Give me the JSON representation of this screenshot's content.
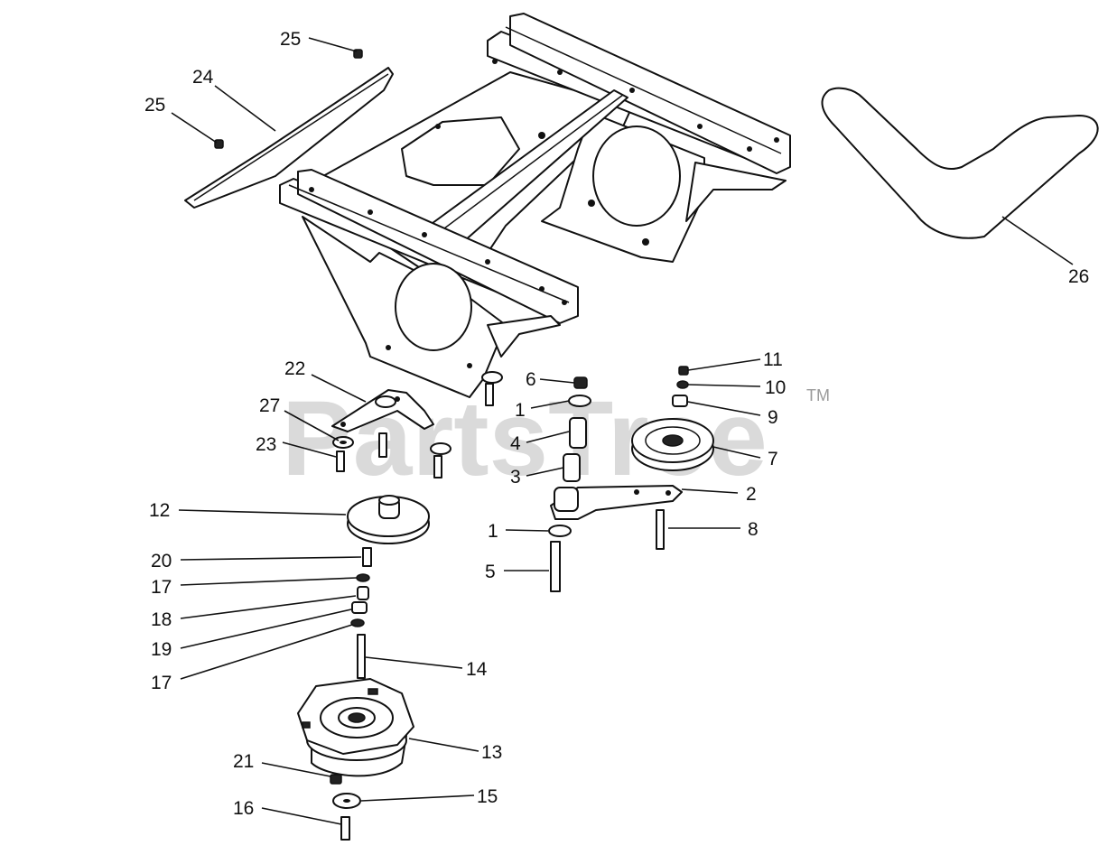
{
  "watermark": {
    "brand": "PartsTree",
    "trademark": "TM"
  },
  "callouts": [
    {
      "label": "25",
      "part": "bolt-top"
    },
    {
      "label": "24",
      "part": "shield-plate"
    },
    {
      "label": "25",
      "part": "bolt-left"
    },
    {
      "label": "26",
      "part": "drive-belt"
    },
    {
      "label": "22",
      "part": "bracket"
    },
    {
      "label": "27",
      "part": "washer-left"
    },
    {
      "label": "23",
      "part": "bolt-bracket"
    },
    {
      "label": "6",
      "part": "nut"
    },
    {
      "label": "1",
      "part": "washer-upper"
    },
    {
      "label": "4",
      "part": "spacer-long"
    },
    {
      "label": "3",
      "part": "spacer-short"
    },
    {
      "label": "11",
      "part": "nut-small"
    },
    {
      "label": "10",
      "part": "lock-washer"
    },
    {
      "label": "9",
      "part": "bushing"
    },
    {
      "label": "7",
      "part": "idler-pulley"
    },
    {
      "label": "2",
      "part": "idler-arm"
    },
    {
      "label": "8",
      "part": "bolt-idler"
    },
    {
      "label": "1",
      "part": "washer-lower"
    },
    {
      "label": "5",
      "part": "bolt-pivot"
    },
    {
      "label": "12",
      "part": "pto-pulley"
    },
    {
      "label": "20",
      "part": "bolt-short"
    },
    {
      "label": "17",
      "part": "washer-a"
    },
    {
      "label": "18",
      "part": "spacer-small"
    },
    {
      "label": "19",
      "part": "spacer-ring"
    },
    {
      "label": "17",
      "part": "washer-b"
    },
    {
      "label": "14",
      "part": "long-bolt"
    },
    {
      "label": "13",
      "part": "pto-clutch"
    },
    {
      "label": "21",
      "part": "nut-clutch"
    },
    {
      "label": "15",
      "part": "washer-large"
    },
    {
      "label": "16",
      "part": "bolt-bottom"
    }
  ]
}
